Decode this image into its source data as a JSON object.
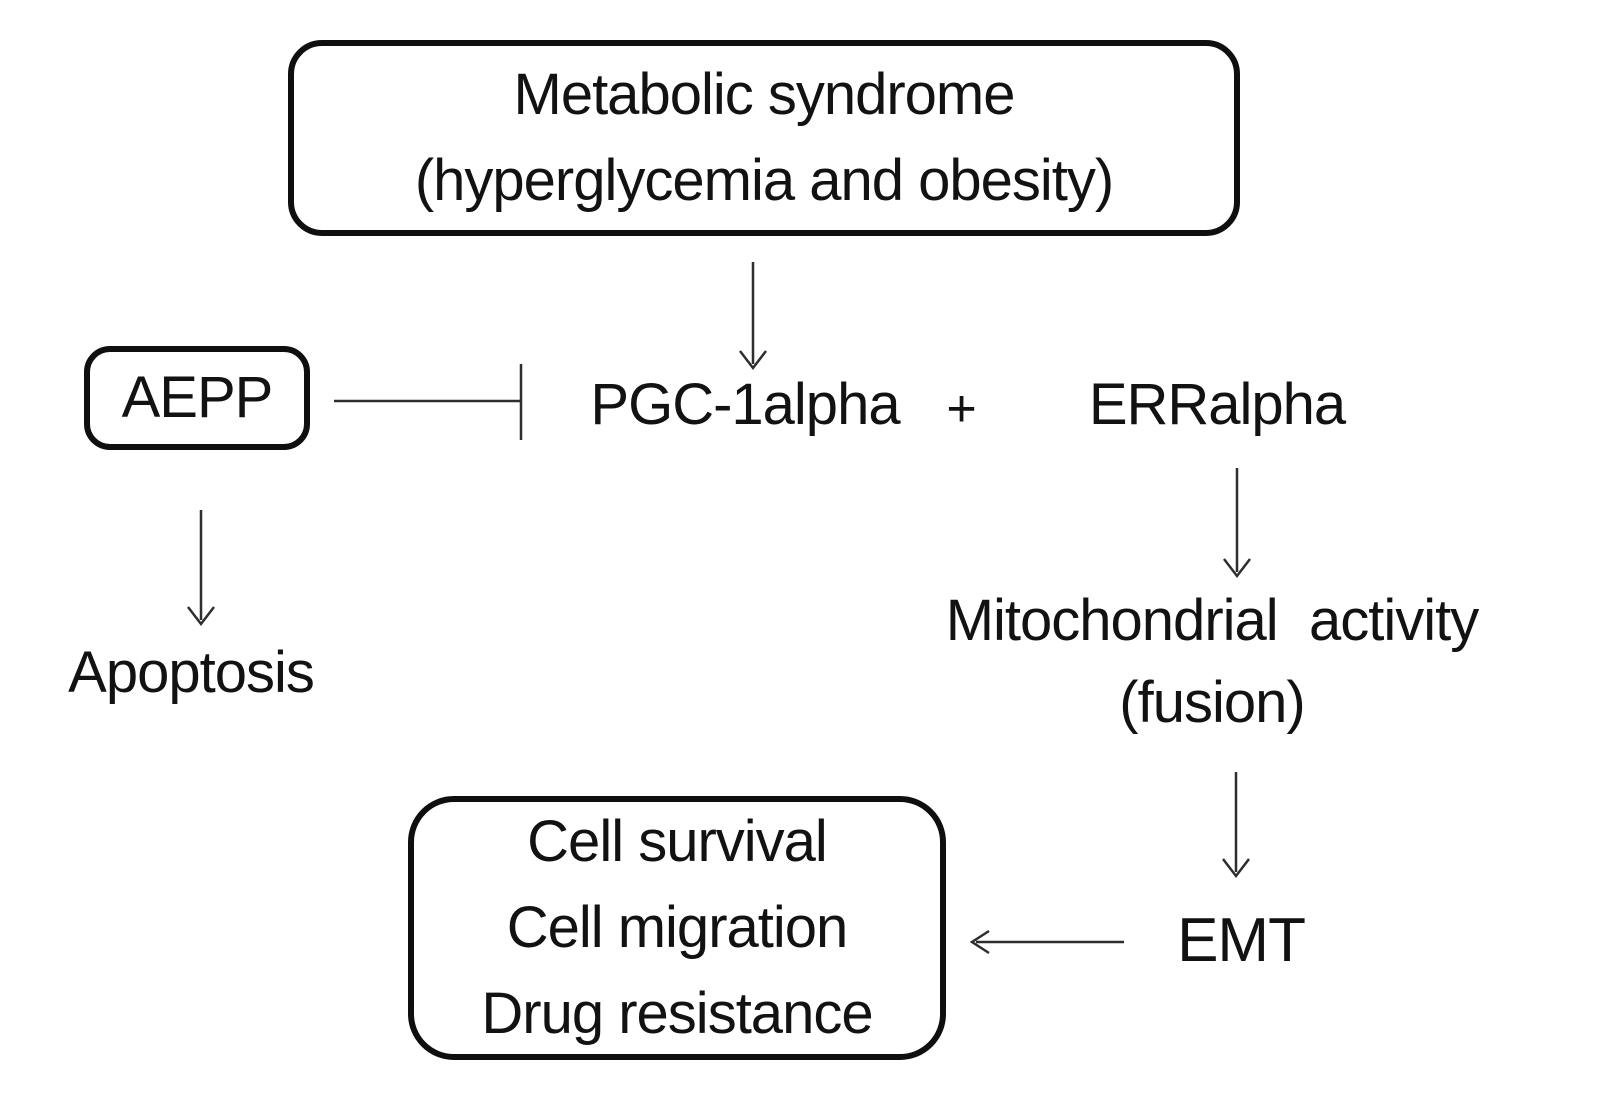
{
  "colors": {
    "ink": "#121212",
    "box_border": "#0f0f0f",
    "connector_line": "#2e2e2e",
    "background": "#ffffff"
  },
  "diagram": {
    "nodes": {
      "metabolic_syndrome": {
        "line1": "Metabolic syndrome",
        "line2": "(hyperglycemia and obesity)"
      },
      "aepp": {
        "label": "AEPP"
      },
      "pgc1alpha": {
        "label": "PGC-1alpha"
      },
      "plus_sign": {
        "label": "+"
      },
      "erralpha": {
        "label": "ERRalpha"
      },
      "apoptosis": {
        "label": "Apoptosis"
      },
      "mitochondrial_activity": {
        "line1": "Mitochondrial activity",
        "line2": "(fusion)"
      },
      "emt": {
        "label": "EMT"
      },
      "outcomes": {
        "line1": "Cell survival",
        "line2": "Cell migration",
        "line3": "Drug resistance"
      }
    },
    "edges": [
      {
        "from": "metabolic_syndrome",
        "to": "pgc1alpha",
        "type": "arrow"
      },
      {
        "from": "aepp",
        "to": "pgc1alpha",
        "type": "inhibition"
      },
      {
        "from": "aepp",
        "to": "apoptosis",
        "type": "arrow"
      },
      {
        "from": "erralpha",
        "to": "mitochondrial_activity",
        "type": "arrow"
      },
      {
        "from": "mitochondrial_activity",
        "to": "emt",
        "type": "arrow"
      },
      {
        "from": "emt",
        "to": "outcomes",
        "type": "arrow"
      }
    ]
  }
}
